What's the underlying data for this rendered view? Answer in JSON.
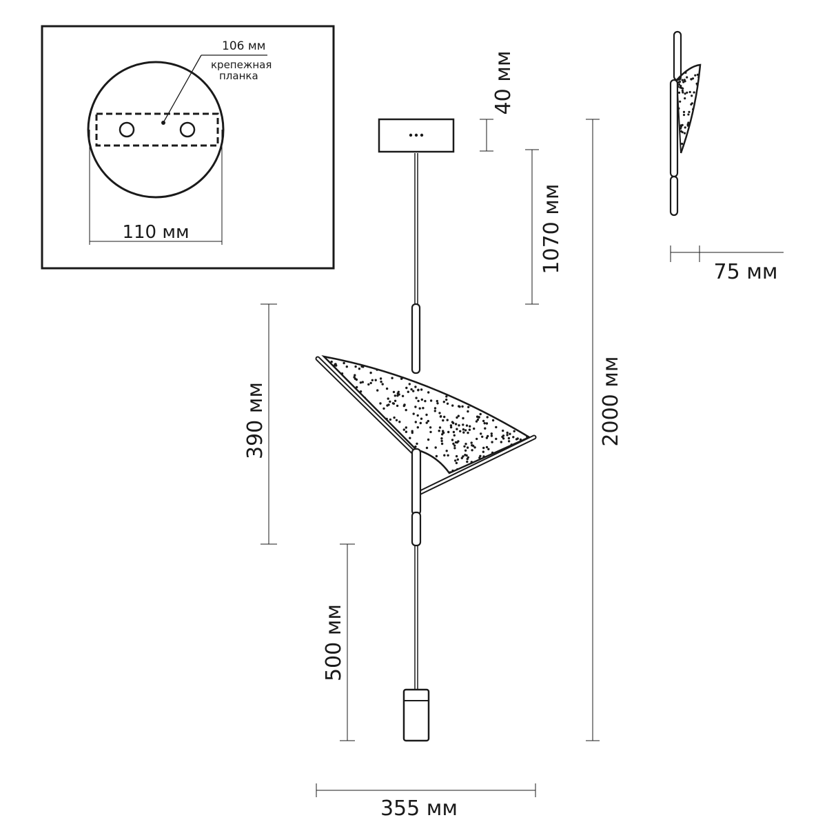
{
  "mount_detail": {
    "plate_width": "106 мм",
    "plate_label": [
      "крепежная",
      "планка"
    ],
    "canopy_diameter": "110 мм"
  },
  "dimensions": {
    "canopy_height": "40 мм",
    "cable_length": "1070 мм",
    "total_height": "2000 мм",
    "shade_height": "390 мм",
    "lower_cable": "500 мм",
    "width": "355 мм",
    "side_depth": "75 мм"
  },
  "colors": {
    "line": "#1a1a1a",
    "background": "#ffffff"
  }
}
